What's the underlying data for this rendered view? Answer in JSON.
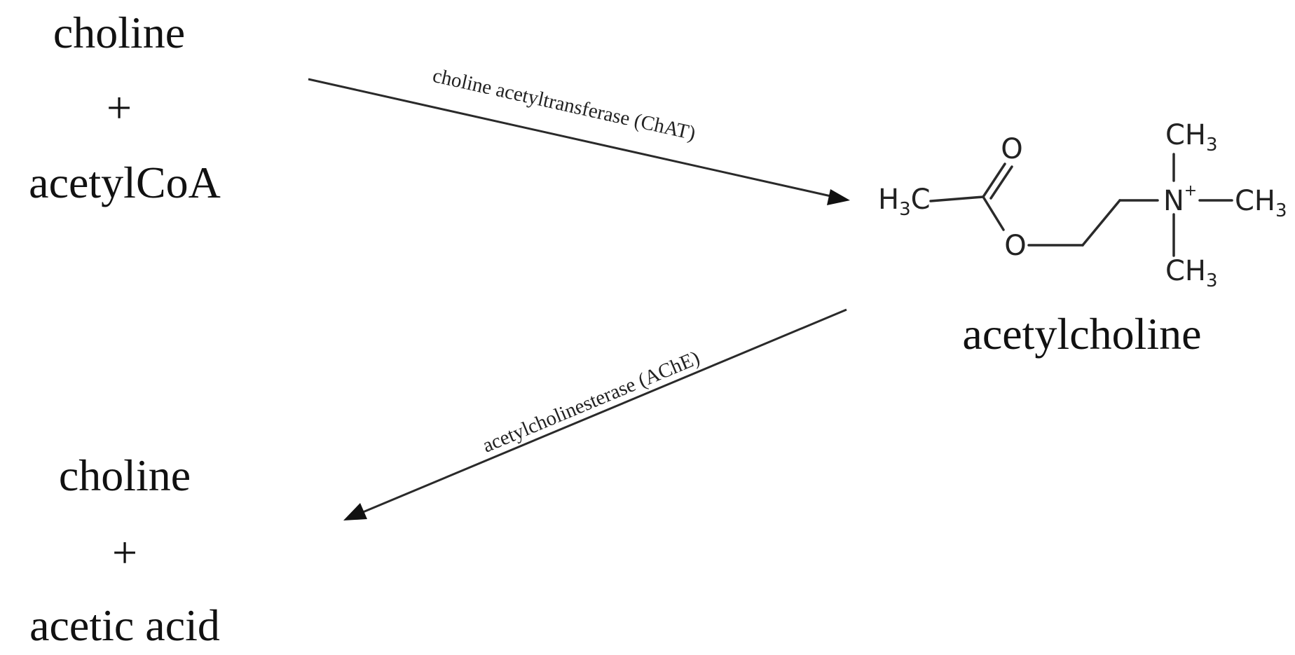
{
  "reactants_top": {
    "first": "choline",
    "plus": "+",
    "second": "acetylCoA"
  },
  "synthesis": {
    "enzyme": "choline acetyltransferase (ChAT)"
  },
  "product": {
    "name": "acetylcholine",
    "atoms": {
      "h": "H",
      "h_sub": "3",
      "c": "C",
      "o": "O",
      "n": "N",
      "charge": "+",
      "ch": "CH",
      "ch_sub": "3"
    }
  },
  "hydrolysis": {
    "enzyme": "acetylcholinesterase (AChE)"
  },
  "products_bottom": {
    "first": "choline",
    "plus": "+",
    "second": "acetic acid"
  }
}
